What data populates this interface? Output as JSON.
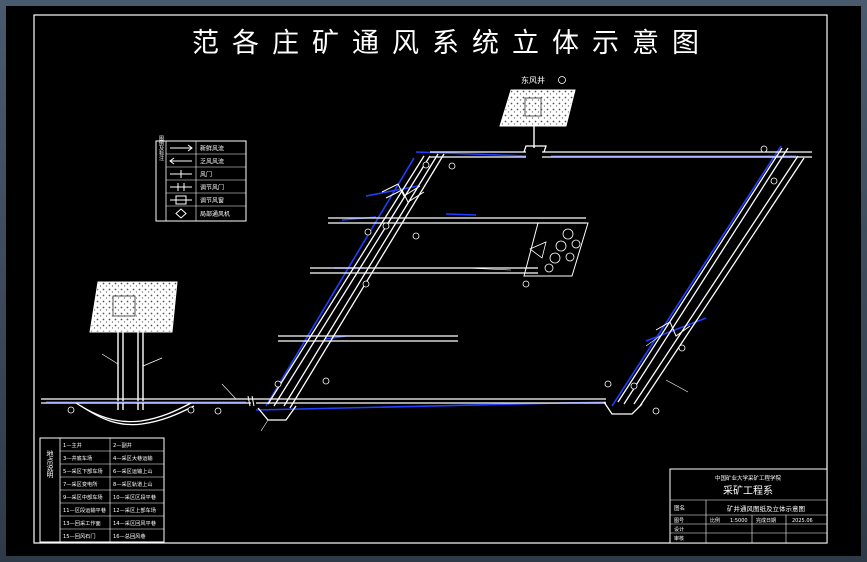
{
  "drawing": {
    "title": "范各庄矿通风系统立体示意图",
    "shaft_label": "东风井"
  },
  "legend": {
    "vertical_label": "图例及标注",
    "items": [
      {
        "symbol": "fresh-air-arrow",
        "label": "新鲜风流"
      },
      {
        "symbol": "return-air-arrow",
        "label": "乏风风流"
      },
      {
        "symbol": "air-door",
        "label": "风门"
      },
      {
        "symbol": "regulator",
        "label": "调节风门"
      },
      {
        "symbol": "wind-bridge",
        "label": "调节风窗"
      },
      {
        "symbol": "diamond",
        "label": "局部通风机"
      }
    ]
  },
  "location_table": {
    "vertical_label": "地点说明",
    "rows": [
      [
        "1—主井",
        "2—副井"
      ],
      [
        "3—井底车场",
        "4—采区大巷运输"
      ],
      [
        "5—采区下部车场",
        "6—采区运输上山"
      ],
      [
        "7—采区变电所",
        "8—采区轨道上山"
      ],
      [
        "9—采区中部车场",
        "10—采区区段平巷"
      ],
      [
        "11—区段运输平巷",
        "12—采区上部车场"
      ],
      [
        "13—回采工作面",
        "14—采区回风平巷"
      ],
      [
        "15—回风石门",
        "16—总回风巷"
      ]
    ]
  },
  "title_block": {
    "school": "中国矿业大学采矿工程学院",
    "department": "采矿工程系",
    "field_label": "图名",
    "drawing_name": "矿井通风图纸及立体示意图",
    "scale_label": "比例",
    "scale_value": "1:5000",
    "date_label": "完成日期",
    "date_value": "2025.06",
    "designer_label": "设计",
    "checker_label": "审核",
    "sheet_label": "图号"
  },
  "colors": {
    "line": "#ffffff",
    "airflow": "#1f3fff",
    "background": "#000000"
  }
}
